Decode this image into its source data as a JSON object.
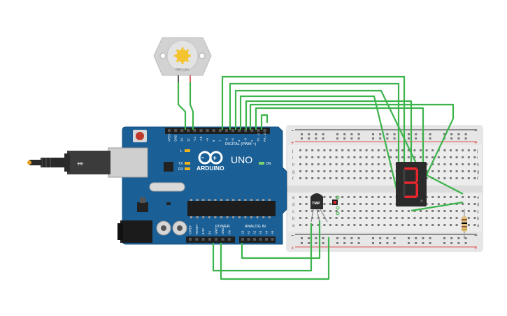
{
  "motor": {
    "rpm_label": "0000 rpm"
  },
  "arduino": {
    "brand": "ARDUINO",
    "model": "UNO",
    "digital_header": "DIGITAL (PWM ~)",
    "power_header": "POWER",
    "analog_header": "ANALOG IN",
    "on_label": "ON",
    "tx_label": "TX",
    "rx_label": "RX",
    "l_label": "L",
    "top_pin_labels": [
      "AREF",
      "GND",
      "13",
      "12",
      "~11",
      "~10",
      "~9",
      "8",
      "7",
      "~6",
      "~5",
      "4",
      "~3",
      "2",
      "TX→1",
      "RX←0"
    ],
    "power_pin_labels": [
      "IOREF",
      "RESET",
      "3.3V",
      "5V",
      "GND",
      "GND",
      "Vin"
    ],
    "analog_pin_labels": [
      "A0",
      "A1",
      "A2",
      "A3",
      "A4",
      "A5"
    ]
  },
  "sensor": {
    "label": "TMP"
  },
  "display": {
    "digit": "3"
  },
  "breadboard": {
    "row_letters_top": [
      "j",
      "i",
      "h",
      "g",
      "f"
    ],
    "row_letters_bottom": [
      "e",
      "d",
      "c",
      "b",
      "a"
    ],
    "plus": "+",
    "minus": "−"
  },
  "colors": {
    "wire": "#3cb44b",
    "board": "#1a5f96",
    "breadboard": "#eeeeee",
    "display_body": "#2b2b2b",
    "segment_on": "#e8262e",
    "rail_red": "#e05050",
    "rail_dark": "#333333"
  }
}
